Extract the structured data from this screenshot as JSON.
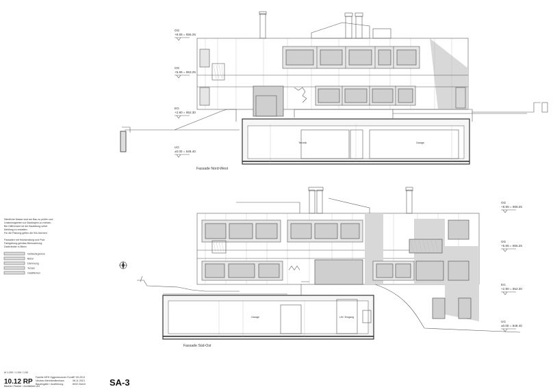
{
  "sheet": {
    "number": "SA-3",
    "project_code": "10.12 RP",
    "scale_line": "M 1:200 / 1:100 / 1:50",
    "title_block": [
      "Familie MFH Oggenbrunnen Forch",
      "Neubau Mehrfamilienhaus",
      "Baueingabe / Ausführung",
      "Bauherr Fischer / Architekten AG"
    ],
    "title_block_right": [
      "27.09.2013",
      "08.11.2013",
      "8032 Zürich"
    ],
    "notes": [
      "Sämtliche Masse sind am Bau zu prüfen und",
      "Unstimmigkeiten vor Baubeginn zu melden.",
      "Bei Differenzen ist der Bauleitung sofort",
      "Meldung zu erstatten.",
      "Für die Planung gelten die SIA-Normen.",
      "",
      "Fassaden mit Holzschalung und Putz",
      "Farbgebung gemäss Bemusterung",
      "Dachränder in Blech"
    ],
    "legend": [
      {
        "label": "Gebäudegrenze"
      },
      {
        "label": "Beton"
      },
      {
        "label": "Dämmung"
      },
      {
        "label": "Terrain"
      },
      {
        "label": "Glasflächen"
      }
    ]
  },
  "elevation_nw": {
    "caption": "Fassade Nord-West",
    "levels": [
      {
        "name": "OG",
        "value": "+8.65 = 656.25"
      },
      {
        "name": "OG",
        "value": "+5.65 = 653.25"
      },
      {
        "name": "EG",
        "value": "+2.80 = 652.30"
      },
      {
        "name": "UG",
        "value": "±0.00 = 649.40"
      }
    ],
    "rooms": [
      "Technik",
      "Garage"
    ]
  },
  "elevation_so": {
    "caption": "Fassade Süd-Ost",
    "levels": [
      {
        "name": "OG",
        "value": "+8.65 = 658.25"
      },
      {
        "name": "OG",
        "value": "+5.65 = 655.25"
      },
      {
        "name": "EG",
        "value": "+2.80 = 652.30"
      },
      {
        "name": "UG",
        "value": "±0.00 = 649.40"
      }
    ],
    "rooms": [
      "Garage",
      "Lift / Eingang"
    ]
  }
}
